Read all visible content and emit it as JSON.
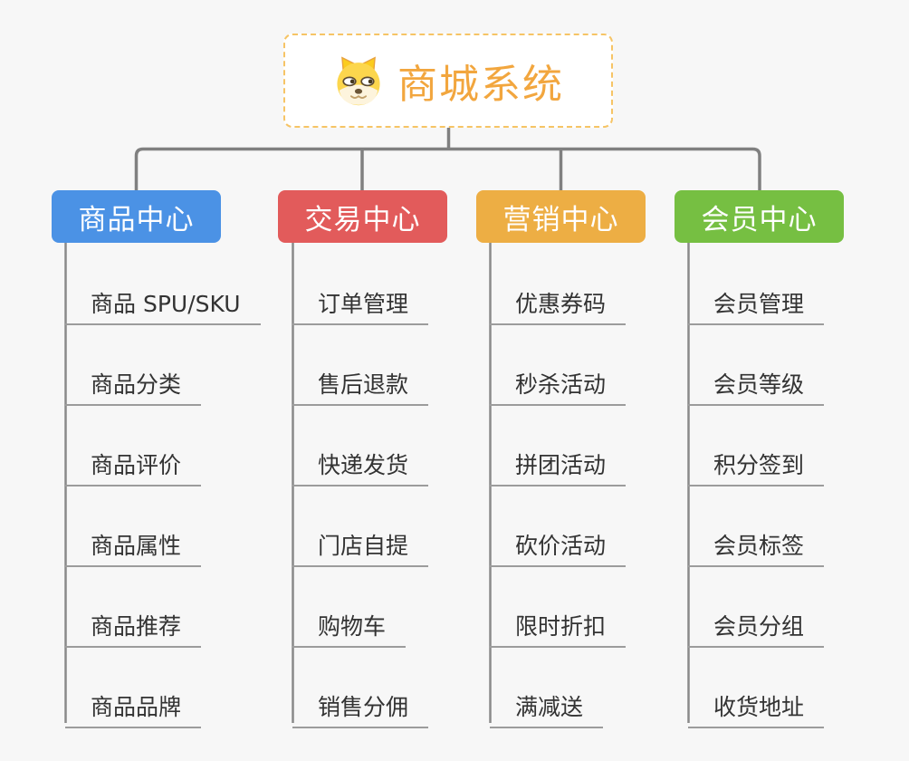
{
  "root": {
    "title": "商城系统",
    "icon": "dog-face-icon"
  },
  "branches": [
    {
      "label": "商品中心",
      "color": "#4b92e5",
      "items": [
        "商品 SPU/SKU",
        "商品分类",
        "商品评价",
        "商品属性",
        "商品推荐",
        "商品品牌"
      ]
    },
    {
      "label": "交易中心",
      "color": "#e25b5b",
      "items": [
        "订单管理",
        "售后退款",
        "快递发货",
        "门店自提",
        "购物车",
        "销售分佣"
      ]
    },
    {
      "label": "营销中心",
      "color": "#edae44",
      "items": [
        "优惠券码",
        "秒杀活动",
        "拼团活动",
        "砍价活动",
        "限时折扣",
        "满减送"
      ]
    },
    {
      "label": "会员中心",
      "color": "#76bf42",
      "items": [
        "会员管理",
        "会员等级",
        "积分签到",
        "会员标签",
        "会员分组",
        "收货地址"
      ]
    }
  ],
  "colors": {
    "background": "#f7f7f7",
    "connector": "#808080",
    "leaf_underline": "#9c9c9c",
    "leaf_text": "#333333",
    "root_text": "#f2a63e",
    "root_border": "#f6c465"
  }
}
